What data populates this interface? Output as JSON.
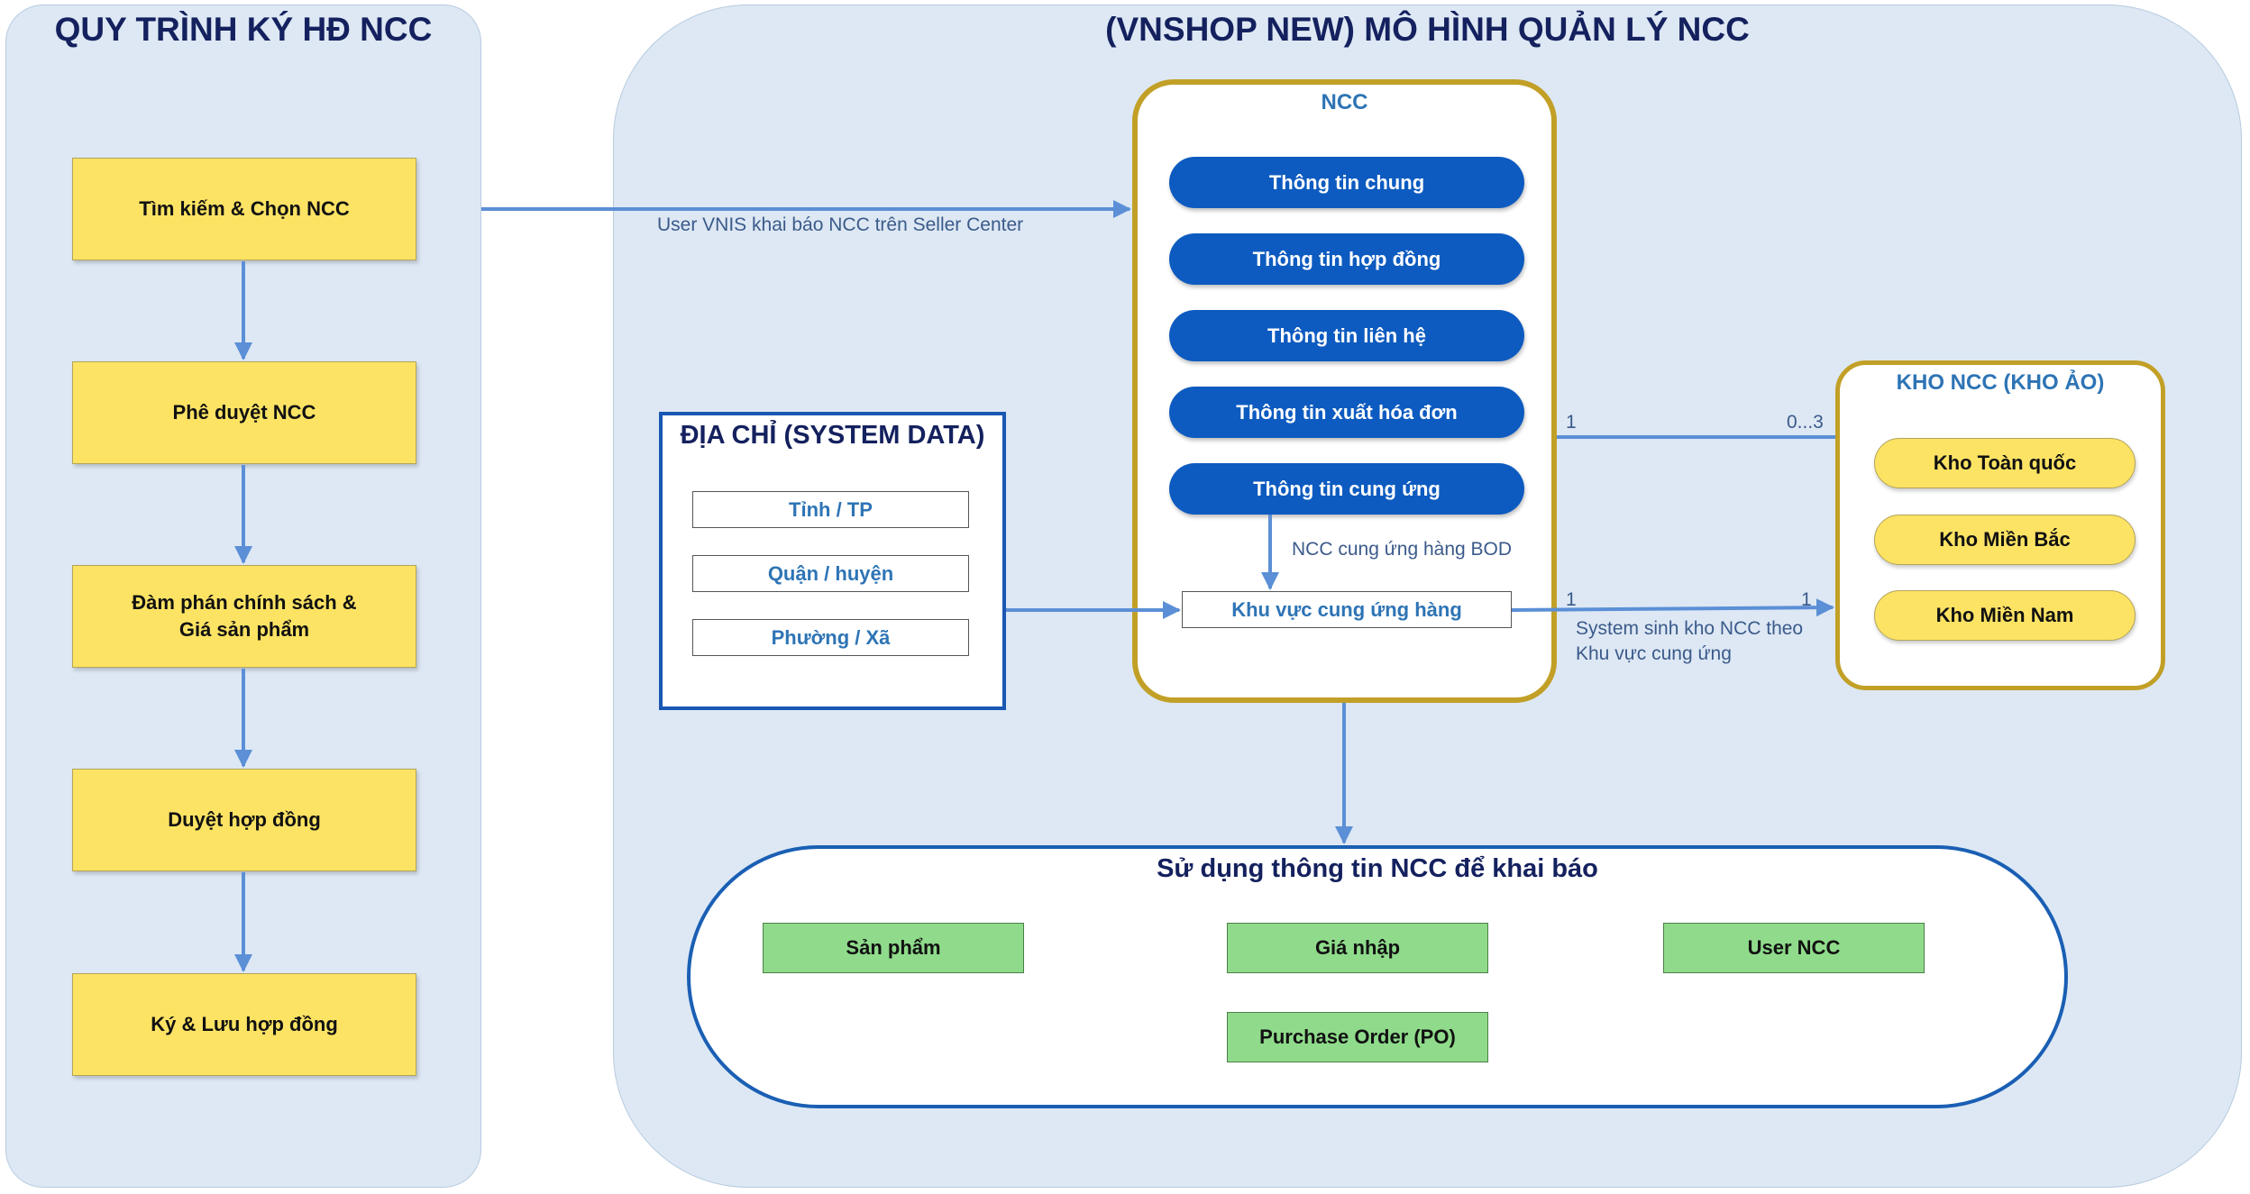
{
  "left_panel": {
    "title": "QUY TRÌNH KÝ HĐ NCC",
    "steps": [
      "Tìm kiếm & Chọn NCC",
      "Phê duyệt NCC",
      "Đàm phán chính sách &\nGiá sản phẩm",
      "Duyệt hợp đồng",
      "Ký & Lưu hợp đồng"
    ]
  },
  "right_panel": {
    "title": "(VNSHOP NEW) MÔ HÌNH QUẢN LÝ NCC"
  },
  "ncc": {
    "title": "NCC",
    "items": [
      "Thông tin chung",
      "Thông tin hợp đồng",
      "Thông tin liên hệ",
      "Thông tin xuất hóa đơn",
      "Thông tin cung ứng"
    ],
    "supply_area": "Khu vực cung ứng hàng",
    "supply_note": "NCC cung ứng hàng BOD"
  },
  "address": {
    "title": "ĐỊA CHỈ (SYSTEM DATA)",
    "items": [
      "Tỉnh / TP",
      "Quận / huyện",
      "Phường / Xã"
    ]
  },
  "warehouse": {
    "title": "KHO NCC (KHO ẢO)",
    "items": [
      "Kho Toàn quốc",
      "Kho Miền Bắc",
      "Kho Miền Nam"
    ]
  },
  "usage": {
    "title": "Sử dụng thông tin NCC để khai báo",
    "items": [
      "Sản phẩm",
      "Giá nhập",
      "User NCC",
      "Purchase Order (PO)"
    ]
  },
  "connectors": {
    "seller_center_label": "User VNIS khai báo NCC trên Seller Center",
    "ncc_kho_left": "1",
    "ncc_kho_right": "0...3",
    "area_kho_left": "1",
    "area_kho_right": "1",
    "system_note_line1": "System sinh kho NCC theo",
    "system_note_line2": "Khu vực cung ứng"
  },
  "colors": {
    "panel_bg": "#dde8f4",
    "title_navy": "#14215e",
    "accent_blue": "#2e74b5",
    "pill_blue": "#0d5bc0",
    "step_yellow": "#fde364",
    "gold_border": "#c2a027",
    "green_box": "#8fdb8b",
    "arrow": "#5b8fd6"
  }
}
